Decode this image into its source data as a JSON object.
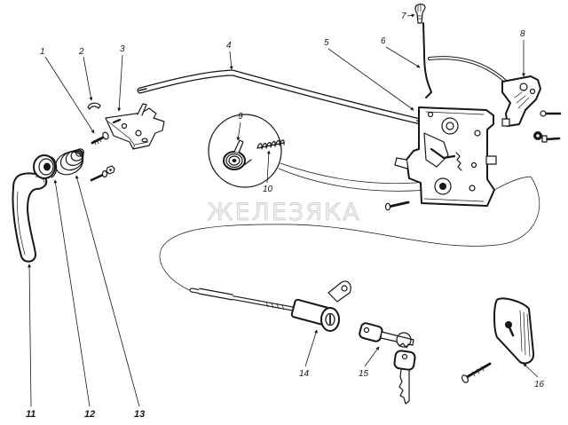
{
  "watermark": "ЖЕЛЕЗЯКА",
  "callouts": [
    "1",
    "2",
    "3",
    "4",
    "5",
    "6",
    "7",
    "8",
    "9",
    "10",
    "11",
    "12",
    "13",
    "14",
    "15",
    "16"
  ]
}
